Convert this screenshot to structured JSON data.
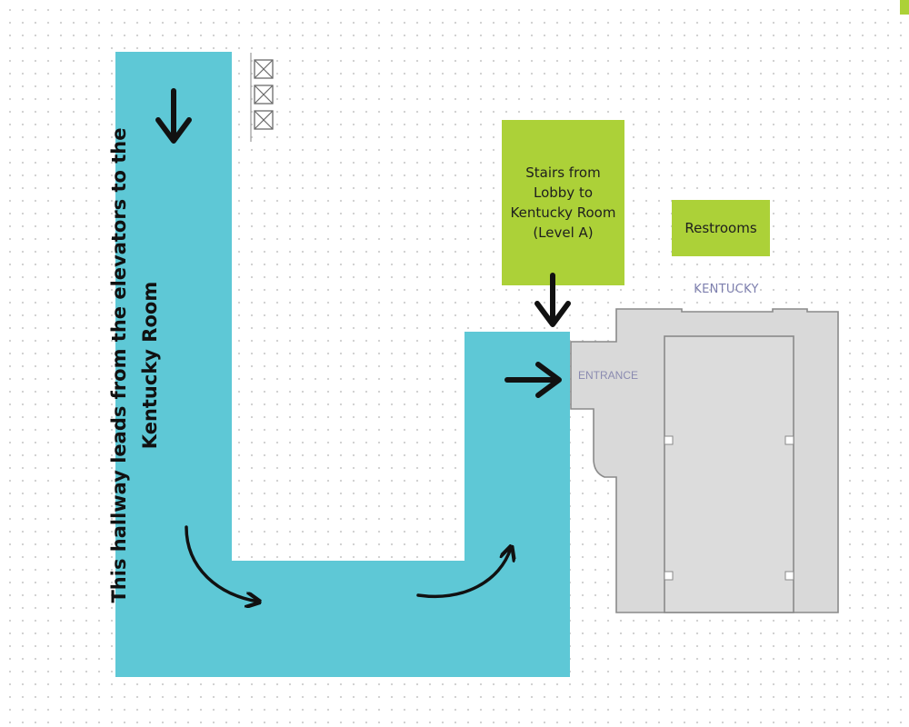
{
  "hallway": {
    "description_text": "This hallway leads from the elevators to the Kentucky Room"
  },
  "stairs": {
    "label_lines": [
      "Stairs from",
      "Lobby to",
      "Kentucky Room",
      "(Level A)"
    ]
  },
  "restrooms": {
    "label": "Restrooms"
  },
  "room": {
    "name": "KENTUCKY",
    "entrance_label": "ENTRANCE"
  },
  "colors": {
    "hallway": "#5ec8d6",
    "highlight_box": "#acd138",
    "room_fill": "#d9d9d9",
    "room_outline": "#8a8a8a",
    "arrow": "#111111",
    "room_label": "#7d7fae"
  },
  "icons": {
    "elevators": "elevator-icon",
    "arrows": "arrow-icon"
  }
}
